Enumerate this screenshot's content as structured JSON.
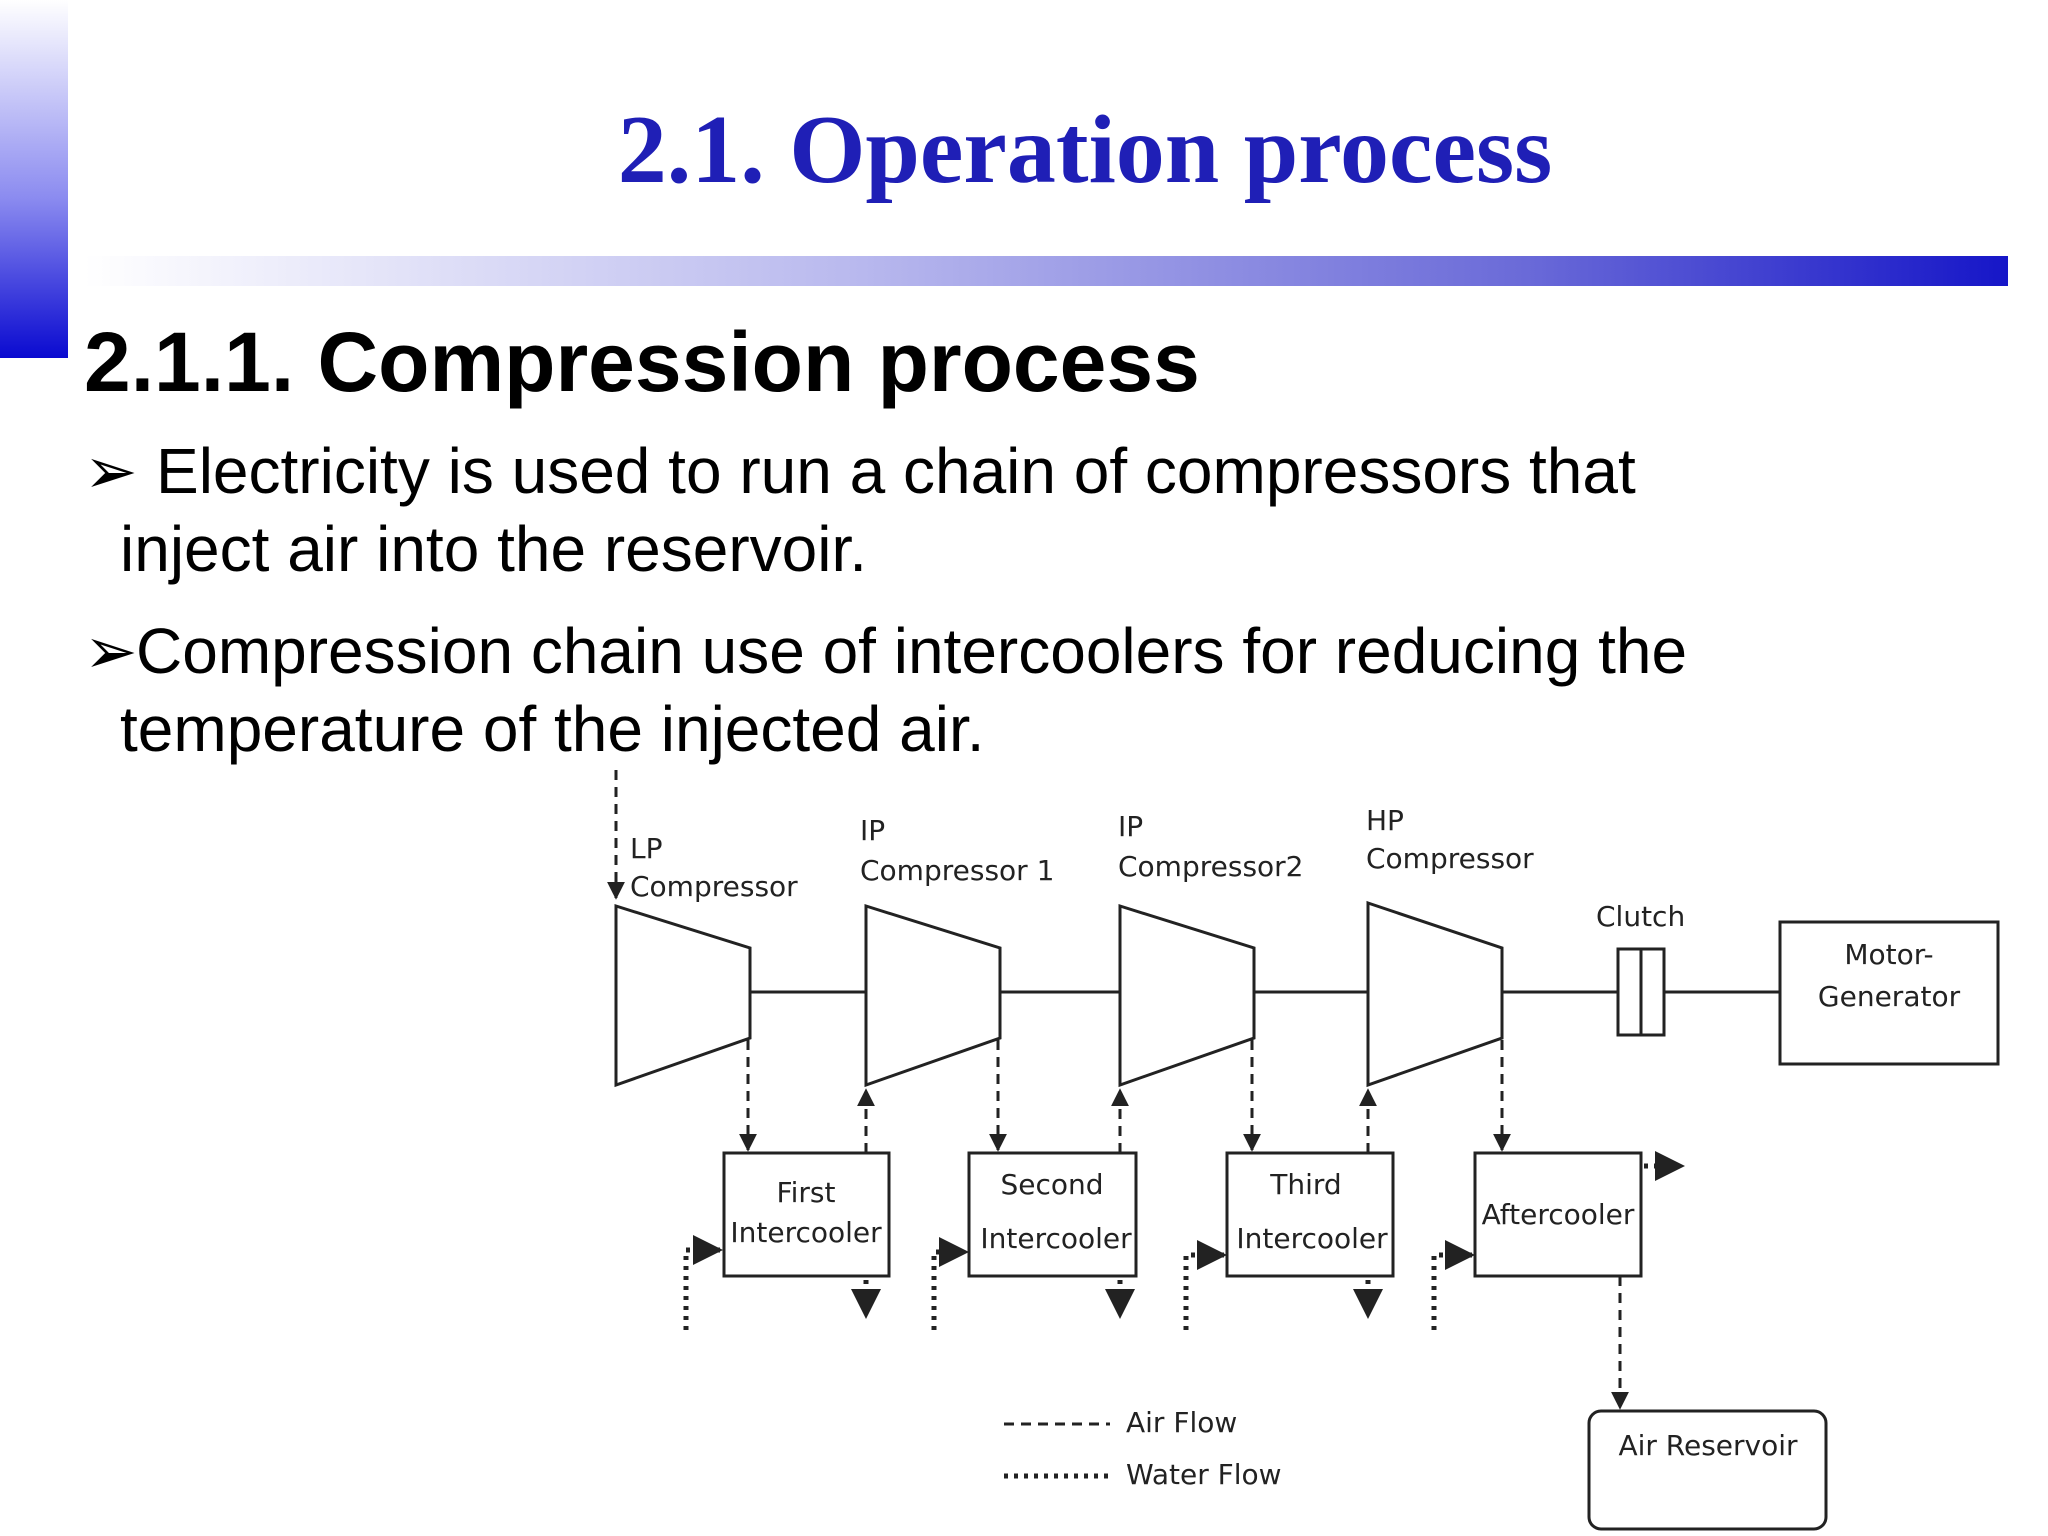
{
  "slide": {
    "title": "2.1. Operation process",
    "section_title": "2.1.1. Compression process",
    "bullets": [
      {
        "symbol": "➢",
        "line1": "Electricity is used to run a chain of compressors that",
        "line2": "inject air into the reservoir."
      },
      {
        "symbol": "➢",
        "line1": "Compression chain use of intercoolers for reducing the",
        "line2": "temperature of the injected air."
      }
    ]
  },
  "diagram": {
    "compressors": [
      {
        "line1": "LP",
        "line2": "Compressor"
      },
      {
        "line1": "IP",
        "line2": "Compressor 1"
      },
      {
        "line1": "IP",
        "line2": "Compressor2"
      },
      {
        "line1": "HP",
        "line2": "Compressor"
      }
    ],
    "coolers": [
      {
        "line1": "First",
        "line2": "Intercooler"
      },
      {
        "line1": "Second",
        "line2": "Intercooler"
      },
      {
        "line1": "Third",
        "line2": "Intercooler"
      },
      {
        "line1": "Aftercooler",
        "line2": ""
      }
    ],
    "clutch": "Clutch",
    "motor_generator": {
      "line1": "Motor-",
      "line2": "Generator"
    },
    "air_reservoir": "Air Reservoir",
    "legend": {
      "air_flow": "Air Flow",
      "water_flow": "Water Flow"
    }
  },
  "colors": {
    "title": "#1f1fb6",
    "accent_blue": "#0a0ad0",
    "diagram_stroke": "#222222"
  }
}
